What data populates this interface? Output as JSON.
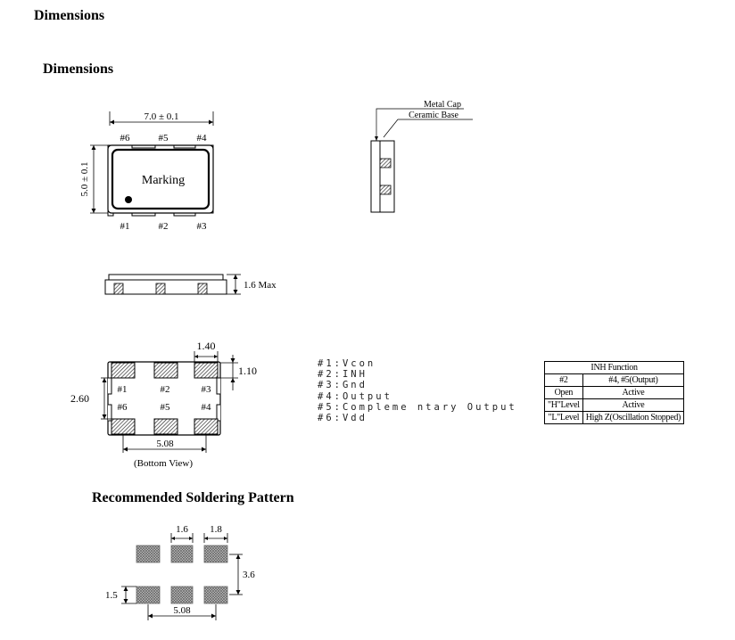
{
  "headings": {
    "title": "Dimensions",
    "subtitle": "Dimensions",
    "soldering": "Recommended Soldering Pattern"
  },
  "top_view": {
    "width_dim": "7.0 ± 0.1",
    "height_dim": "5.0 ± 0.1",
    "marking": "Marking",
    "pin_top": [
      "#6",
      "#5",
      "#4"
    ],
    "pin_bottom": [
      "#1",
      "#2",
      "#3"
    ]
  },
  "side_view": {
    "metal_cap": "Metal Cap",
    "ceramic_base": "Ceramic Base"
  },
  "profile": {
    "height": "1.6 Max"
  },
  "bottom_view": {
    "pad_width": "1.40",
    "pad_height": "1.10",
    "pad_span_v": "2.60",
    "pad_pitch": "5.08",
    "caption": "(Bottom View)",
    "pin_row1": [
      "#1",
      "#2",
      "#3"
    ],
    "pin_row2": [
      "#6",
      "#5",
      "#4"
    ]
  },
  "pin_functions": [
    "#1:Vcon",
    "#2:INH",
    "#3:Gnd",
    "#4:Output",
    "#5:Compleme ntary Output",
    "#6:Vdd"
  ],
  "inh_table": {
    "header": "INH Function",
    "rows": [
      [
        "#2",
        "#4, #5(Output)"
      ],
      [
        "Open",
        "Active"
      ],
      [
        "\"H\"Level",
        "Active"
      ],
      [
        "\"L\"Level",
        "High Z(Oscillation Stopped)"
      ]
    ]
  },
  "soldering": {
    "pad_w": "1.6",
    "gap": "1.8",
    "span_v": "3.6",
    "pad_h": "1.5",
    "pitch": "5.08"
  }
}
